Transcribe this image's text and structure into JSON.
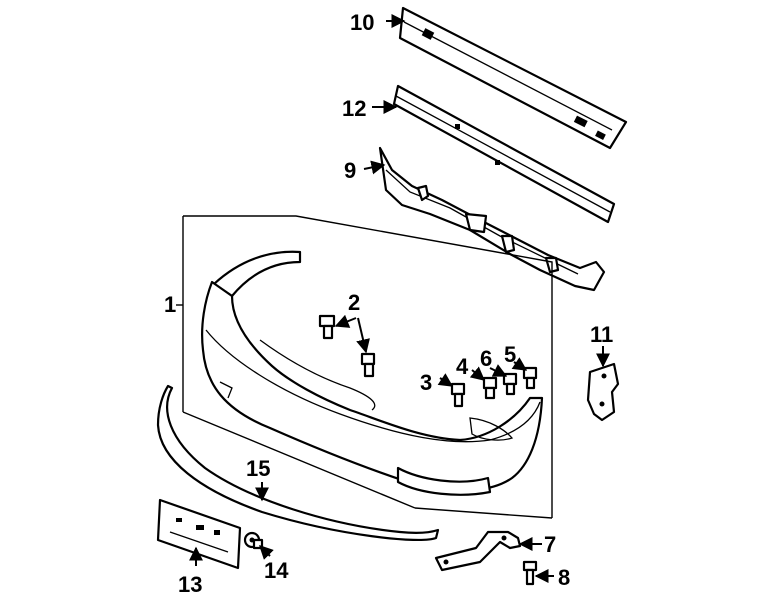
{
  "callouts": {
    "c1": "1",
    "c2": "2",
    "c3": "3",
    "c4": "4",
    "c5": "5",
    "c6": "6",
    "c7": "7",
    "c8": "8",
    "c9": "9",
    "c10": "10",
    "c11": "11",
    "c12": "12",
    "c13": "13",
    "c14": "14",
    "c15": "15"
  },
  "parts": [
    {
      "callout": "1",
      "icon": "bumper-cover"
    },
    {
      "callout": "2",
      "icon": "clip"
    },
    {
      "callout": "3",
      "icon": "clip"
    },
    {
      "callout": "4",
      "icon": "clip"
    },
    {
      "callout": "5",
      "icon": "clip"
    },
    {
      "callout": "6",
      "icon": "clip"
    },
    {
      "callout": "7",
      "icon": "bracket"
    },
    {
      "callout": "8",
      "icon": "bolt"
    },
    {
      "callout": "9",
      "icon": "energy-absorber"
    },
    {
      "callout": "10",
      "icon": "reinforcement-bar"
    },
    {
      "callout": "11",
      "icon": "side-bracket"
    },
    {
      "callout": "12",
      "icon": "impact-bar"
    },
    {
      "callout": "13",
      "icon": "license-plate-bracket"
    },
    {
      "callout": "14",
      "icon": "nut"
    },
    {
      "callout": "15",
      "icon": "lower-strip"
    }
  ]
}
